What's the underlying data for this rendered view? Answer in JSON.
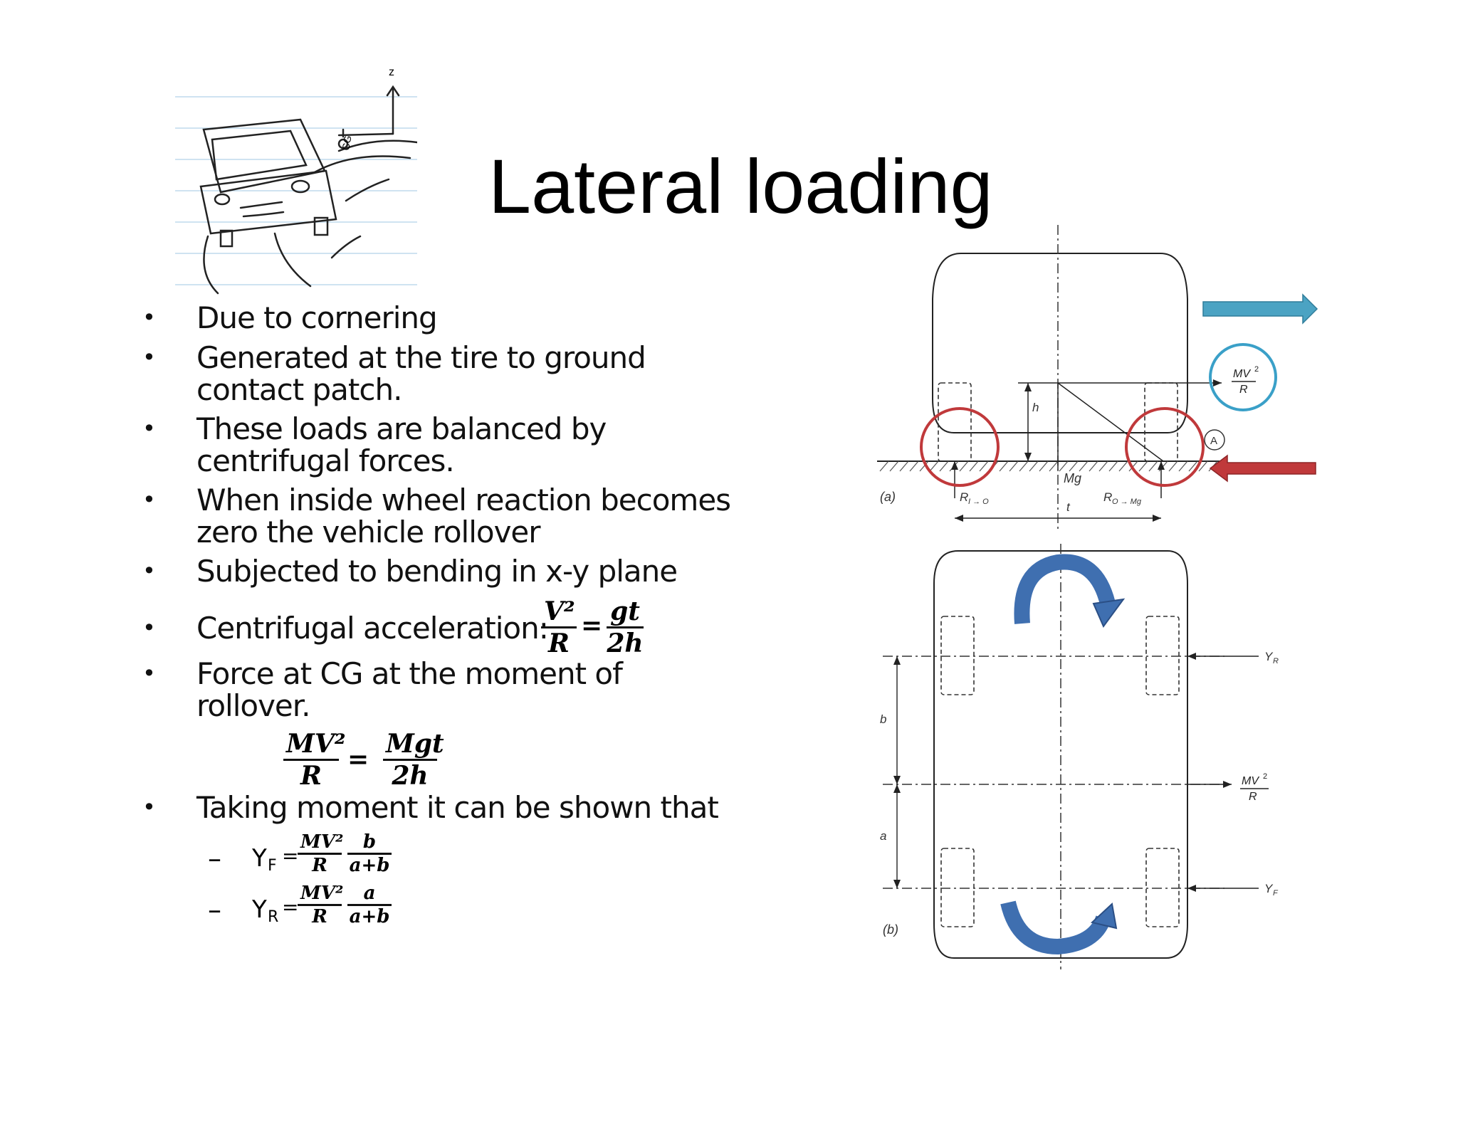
{
  "title": "Lateral loading",
  "bullets": [
    {
      "lines": [
        "Due to cornering"
      ]
    },
    {
      "lines": [
        "Generated at the tire to ground",
        "contact patch."
      ]
    },
    {
      "lines": [
        "These loads are balanced by",
        "centrifugal forces."
      ]
    },
    {
      "lines": [
        "When inside wheel reaction becomes",
        "zero the vehicle rollover"
      ]
    },
    {
      "lines": [
        "Subjected to bending in x-y plane"
      ]
    },
    {
      "lines": [
        "Centrifugal acceleration:"
      ]
    },
    {
      "lines": [
        "Force at CG at the moment of",
        "rollover."
      ]
    },
    {
      "lines": [
        "Taking moment it can be shown that"
      ]
    }
  ],
  "bullet_symbol": "•",
  "dash_symbol": "–",
  "equations": {
    "accel": {
      "lhs_num": "V²",
      "lhs_den": "R",
      "eq": "=",
      "rhs_num": "gt",
      "rhs_den": "2h"
    },
    "force": {
      "lhs_num": "MV²",
      "lhs_den": "R",
      "eq": "=",
      "rhs_num": "Mgt",
      "rhs_den": "2h"
    },
    "yf": {
      "label": "Y",
      "sub": "F",
      "eq": "=",
      "f1_num": "MV²",
      "f1_den": "R",
      "f2_num": "b",
      "f2_den": "a+b"
    },
    "yr": {
      "label": "Y",
      "sub": "R",
      "eq": "=",
      "f1_num": "MV²",
      "f1_den": "R",
      "f2_num": "a",
      "f2_den": "a+b"
    }
  },
  "sketch": {
    "axis_label": "z",
    "cg_label": "CG"
  },
  "diagram_a": {
    "label": "(a)",
    "h": "h",
    "mg": "Mg",
    "t": "t",
    "r_left": "R",
    "r_left_sub": "I → O",
    "r_right": "R",
    "r_right_sub": "O → Mg",
    "point_a": "A",
    "force_num": "MV",
    "force_exp": "2",
    "force_den": "R",
    "colors": {
      "blue_arrow": "#4ba3c3",
      "red_arrow": "#c0393b",
      "red_circle": "#c0393b",
      "blue_circle": "#3aa0c8"
    }
  },
  "diagram_b": {
    "label": "(b)",
    "b": "b",
    "a": "a",
    "yr": "Y",
    "yr_sub": "R",
    "yf": "Y",
    "yf_sub": "F",
    "force_num": "MV",
    "force_exp": "2",
    "force_den": "R",
    "colors": {
      "moment_arrow": "#3f6fb0"
    }
  }
}
